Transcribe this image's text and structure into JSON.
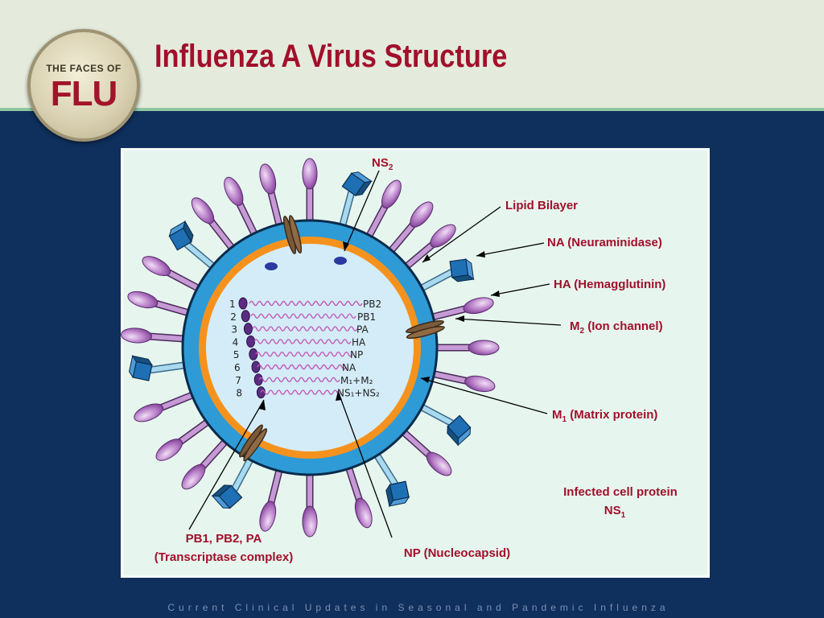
{
  "header": {
    "logo_top": "THE FACES OF",
    "logo_main": "FLU",
    "title": "Influenza A Virus Structure"
  },
  "labels": {
    "ns2": "NS",
    "lipid": "Lipid Bilayer",
    "na": "NA (Neuraminidase)",
    "ha": "HA (Hemagglutinin)",
    "m2": "M",
    "m2_suffix": " (Ion channel)",
    "m1": "M",
    "m1_suffix": " (Matrix protein)",
    "ns1_line1": "Infected cell protein",
    "ns1_line2": "NS",
    "transcriptase_line1": "PB1, PB2, PA",
    "transcriptase_line2": "(Transcriptase complex)",
    "np": "NP (Nucleocapsid)"
  },
  "segments": [
    {
      "num": "1",
      "name": "PB2"
    },
    {
      "num": "2",
      "name": "PB1"
    },
    {
      "num": "3",
      "name": "PA"
    },
    {
      "num": "4",
      "name": "HA"
    },
    {
      "num": "5",
      "name": "NP"
    },
    {
      "num": "6",
      "name": "NA"
    },
    {
      "num": "7",
      "name": "M₁+M₂"
    },
    {
      "num": "8",
      "name": "NS₁+NS₂"
    }
  ],
  "subscripts": {
    "ns2": "2",
    "m2": "2",
    "m1": "1",
    "ns1": "1"
  },
  "footer": "Current Clinical Updates in Seasonal and Pandemic Influenza",
  "colors": {
    "background": "#0f2f5c",
    "title": "#a20f2b",
    "envelope_blue": "#2e9bd6",
    "matrix_orange": "#f5921e",
    "core": "#d4ecf8",
    "ha_head": "#b27ac4",
    "na_head": "#1f6fb5",
    "m2_channel": "#7a5a3a",
    "rnp": "#5a2d82"
  }
}
